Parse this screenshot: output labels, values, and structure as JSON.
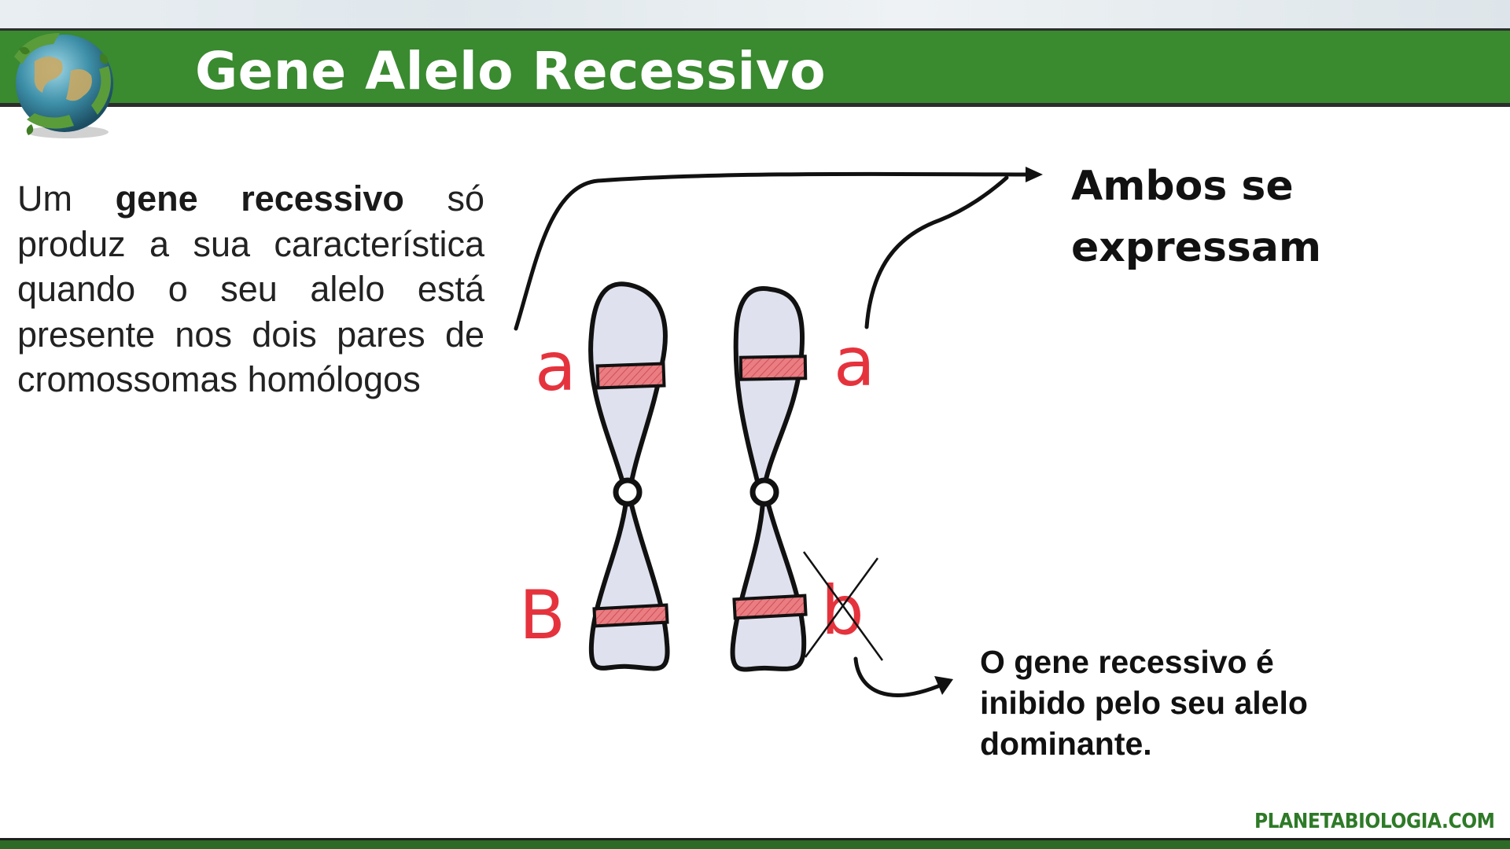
{
  "slide": {
    "title": "Gene Alelo Recessivo",
    "body": {
      "intro": "Um",
      "bold": "gene recessivo",
      "rest": "só produz a sua característica quando o seu alelo está presente nos dois pares de cromossomas homólogos"
    },
    "annotations": {
      "both_express": "Ambos se expressam",
      "inhibited": "O gene recessivo é inibido pelo seu alelo dominante."
    },
    "footer_brand": "PLANETABIOLOGIA.COM"
  },
  "diagram": {
    "chromosomes": [
      {
        "top_allele": "a",
        "bottom_allele": "B",
        "bottom_crossed": false
      },
      {
        "top_allele": "a",
        "bottom_allele": "b",
        "bottom_crossed": true
      }
    ],
    "colors": {
      "allele_label": "#e5333d",
      "chromosome_fill": "#dfe1ee",
      "band_fill": "#e87a7f",
      "outline": "#111111",
      "title_bar": "#3a8a30",
      "footer": "#2e7a27"
    }
  },
  "icons": [
    "globe-logo-icon",
    "arrow-icon",
    "cross-mark-icon"
  ]
}
